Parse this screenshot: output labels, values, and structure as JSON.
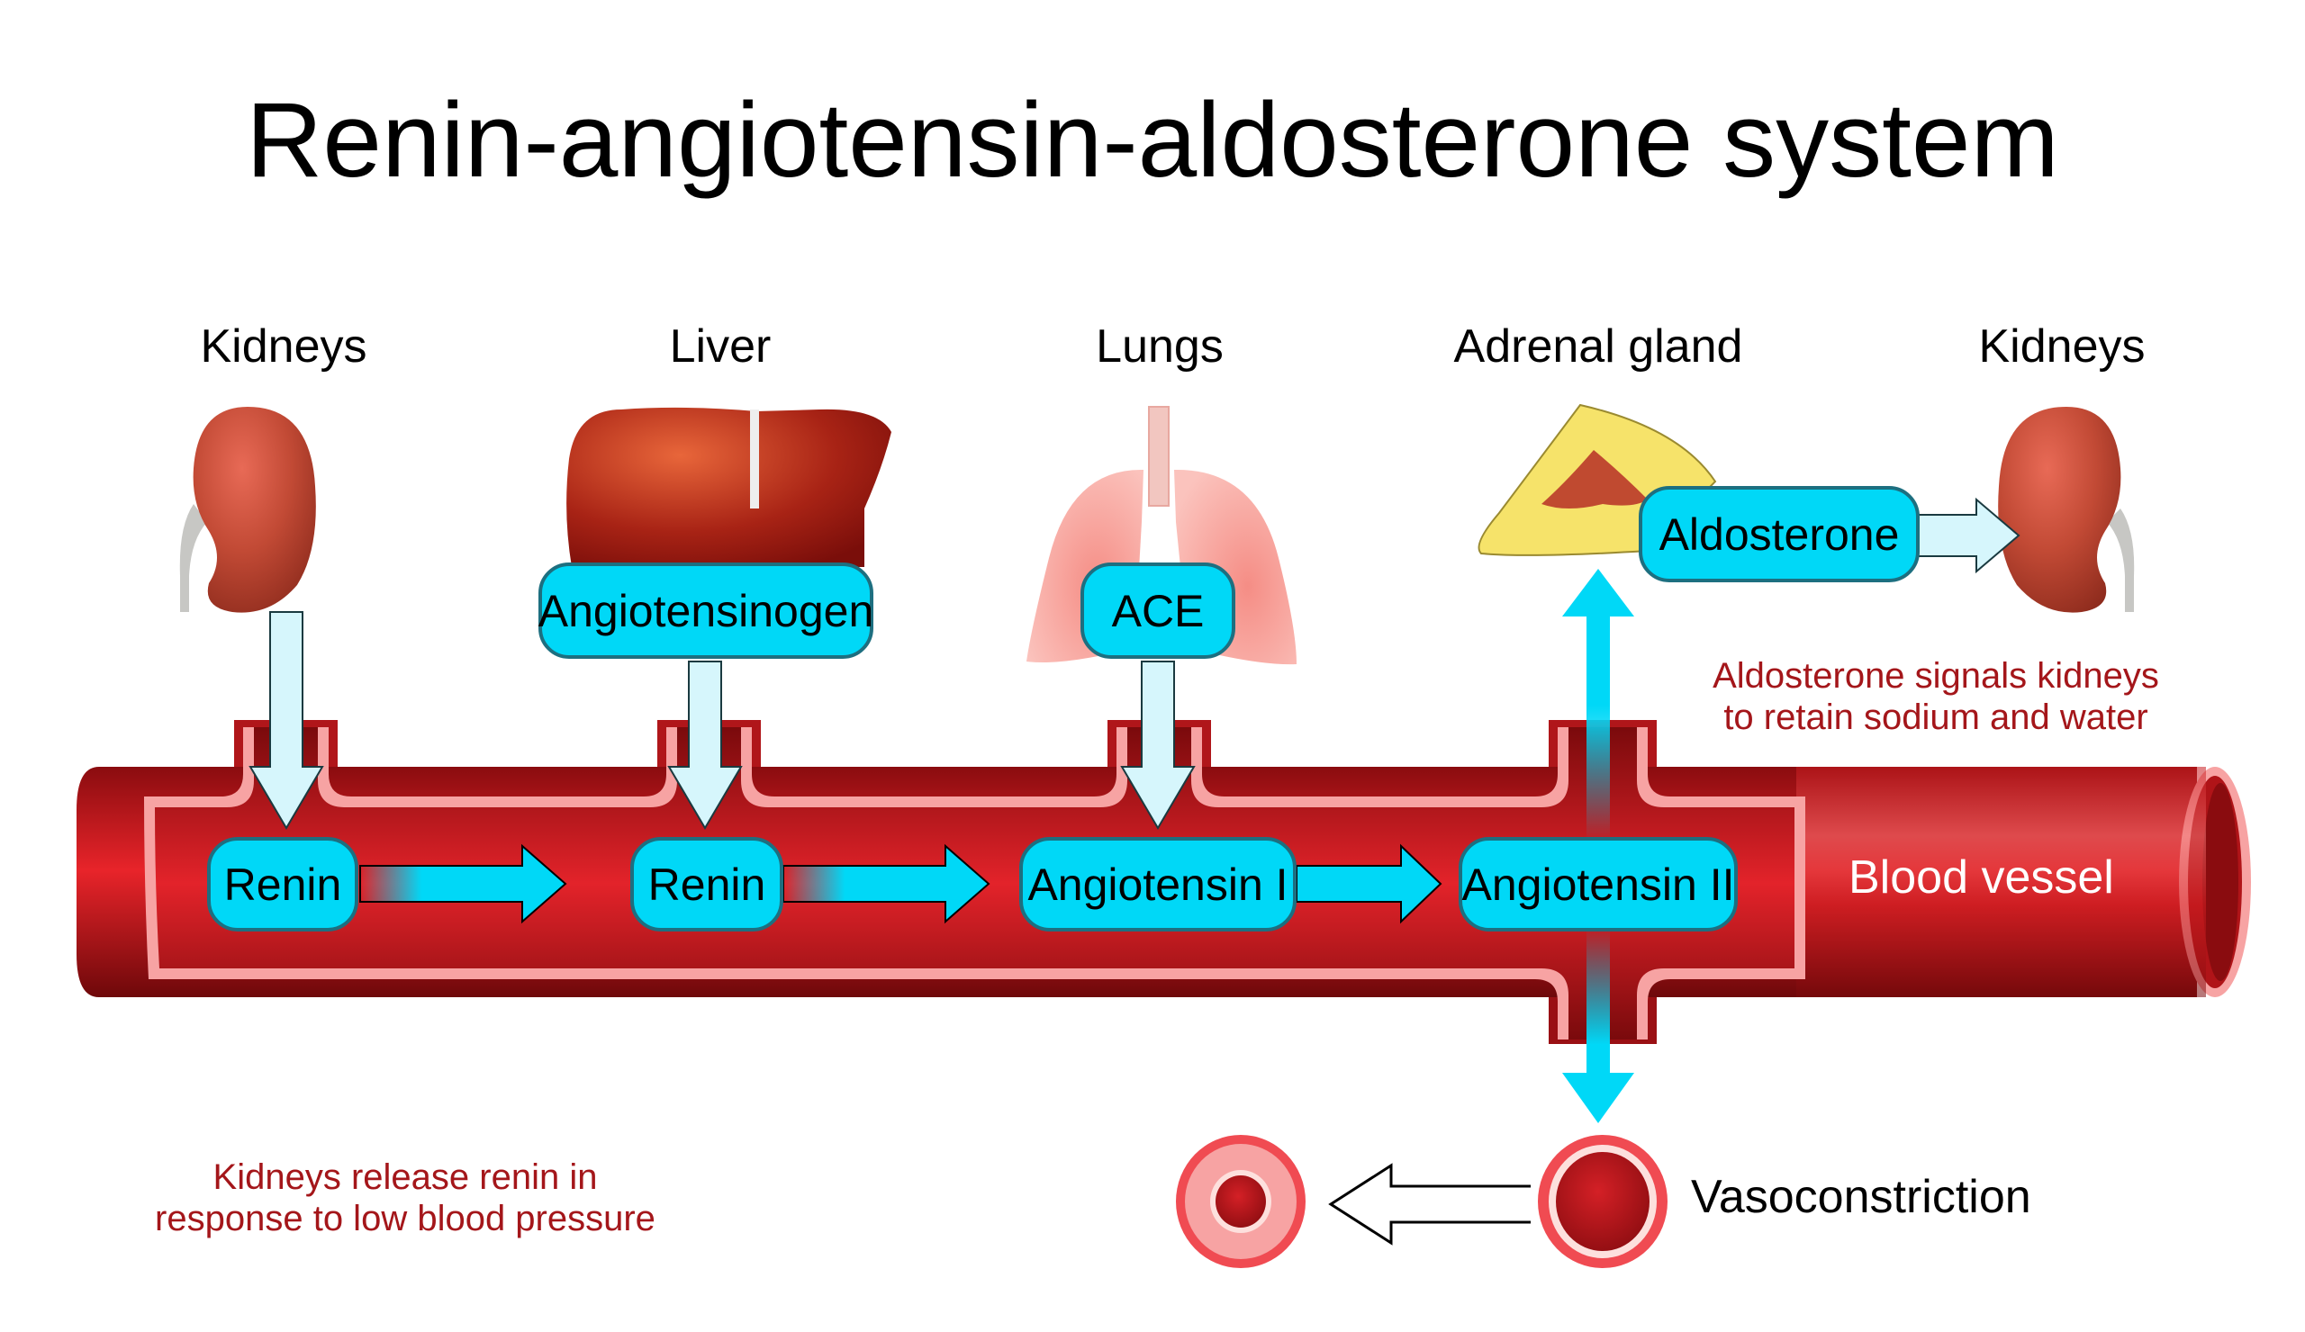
{
  "title": "Renin-angiotensin-aldosterone system",
  "organs": [
    {
      "label": "Kidneys",
      "icon": "kidney-icon"
    },
    {
      "label": "Liver",
      "icon": "liver-icon"
    },
    {
      "label": "Lungs",
      "icon": "lungs-icon"
    },
    {
      "label": "Adrenal gland",
      "icon": "adrenal-gland-icon"
    },
    {
      "label": "Kidneys",
      "icon": "kidney-icon"
    }
  ],
  "secreted": {
    "angiotensinogen": "Angiotensinogen",
    "ace": "ACE",
    "aldosterone": "Aldosterone"
  },
  "pathway": [
    {
      "label": "Renin"
    },
    {
      "label": "Renin"
    },
    {
      "label": "Angiotensin I"
    },
    {
      "label": "Angiotensin II"
    }
  ],
  "vessel_label": "Blood vessel",
  "notes": {
    "kidneys_release": [
      "Kidneys release renin in",
      "response to low blood pressure"
    ],
    "aldosterone_signals": [
      "Aldosterone signals kidneys",
      "to retain sodium and water"
    ]
  },
  "vasoconstriction_label": "Vasoconstriction",
  "colors": {
    "box_fill": "#00d8f7",
    "box_border": "#1d6f80",
    "arrow_light": "#d6f6fc",
    "vessel_red": "#d81e22",
    "vessel_dark": "#7a0a0c",
    "vessel_wall": "#f7a3a3",
    "note_red": "#a4161a"
  }
}
